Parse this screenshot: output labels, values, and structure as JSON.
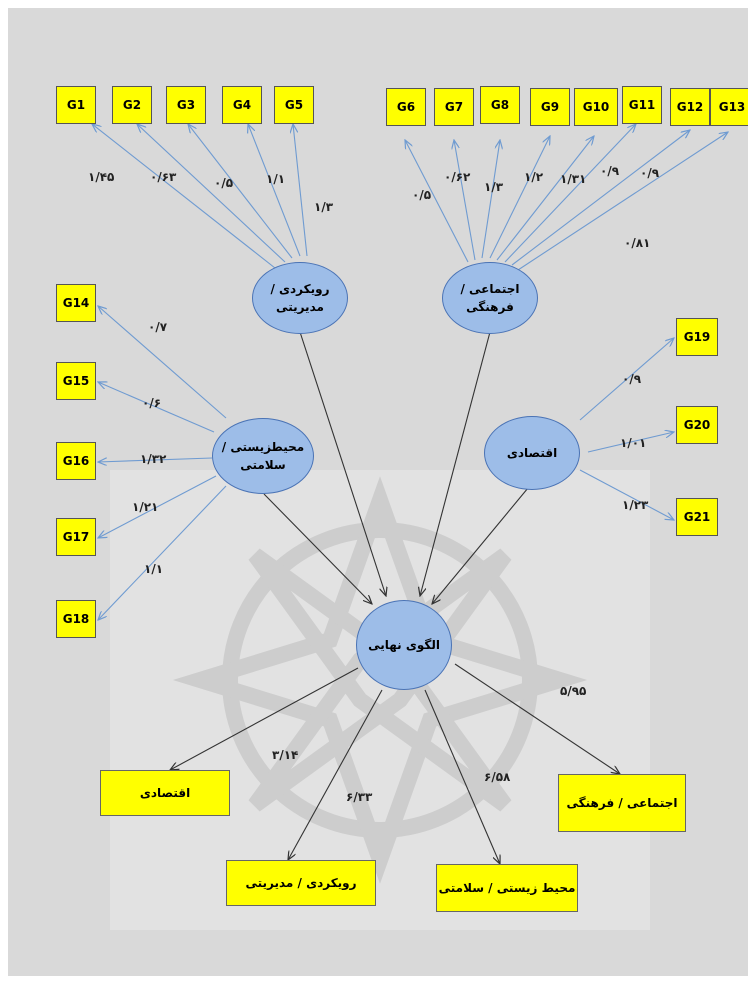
{
  "indicators": [
    "G1",
    "G2",
    "G3",
    "G4",
    "G5",
    "G6",
    "G7",
    "G8",
    "G9",
    "G10",
    "G11",
    "G12",
    "G13",
    "G14",
    "G15",
    "G16",
    "G17",
    "G18",
    "G19",
    "G20",
    "G21"
  ],
  "factors": {
    "managerial": "رویکردی / مدیریتی",
    "social": "اجتماعی / فرهنگی",
    "environmental": "محیطزیستی /سلامتی",
    "economic": "اقتصادی",
    "final": "الگوی نهایی"
  },
  "loadings": {
    "G1": "۱/۴۵",
    "G2": "۰/۶۳",
    "G3": "۰/۵",
    "G4": "۱/۱",
    "G5": "۱/۳",
    "G6": "۰/۵",
    "G7": "۰/۶۲",
    "G8": "۱/۳",
    "G9": "۱/۲",
    "G10": "۱/۳۱",
    "G11": "۰/۹",
    "G12": "۰/۹",
    "G13": "۰/۸۱",
    "G14": "۰/۷",
    "G15": "۰/۶",
    "G16": "۱/۳۲",
    "G17": "۱/۲۱",
    "G18": "۱/۱",
    "G19": "۰/۹",
    "G20": "۱/۰۱",
    "G21": "۱/۲۳"
  },
  "outputs": {
    "economic": {
      "label": "اقتصادی",
      "value": "۳/۱۴"
    },
    "managerial": {
      "label": "رویکردی / مدیریتی",
      "value": "۶/۳۳"
    },
    "environmental": {
      "label": "محیط زیستی / سلامتی",
      "value": "۶/۵۸"
    },
    "social": {
      "label": "اجتماعی / فرهنگی",
      "value": "۵/۹۵"
    }
  },
  "colors": {
    "indicator_fill": "#ffff00",
    "factor_fill": "#9dbde8",
    "factor_border": "#4a73b5",
    "arrow_blue": "#6f9bd1",
    "arrow_dark": "#333333",
    "background": "#d9d9d9"
  }
}
